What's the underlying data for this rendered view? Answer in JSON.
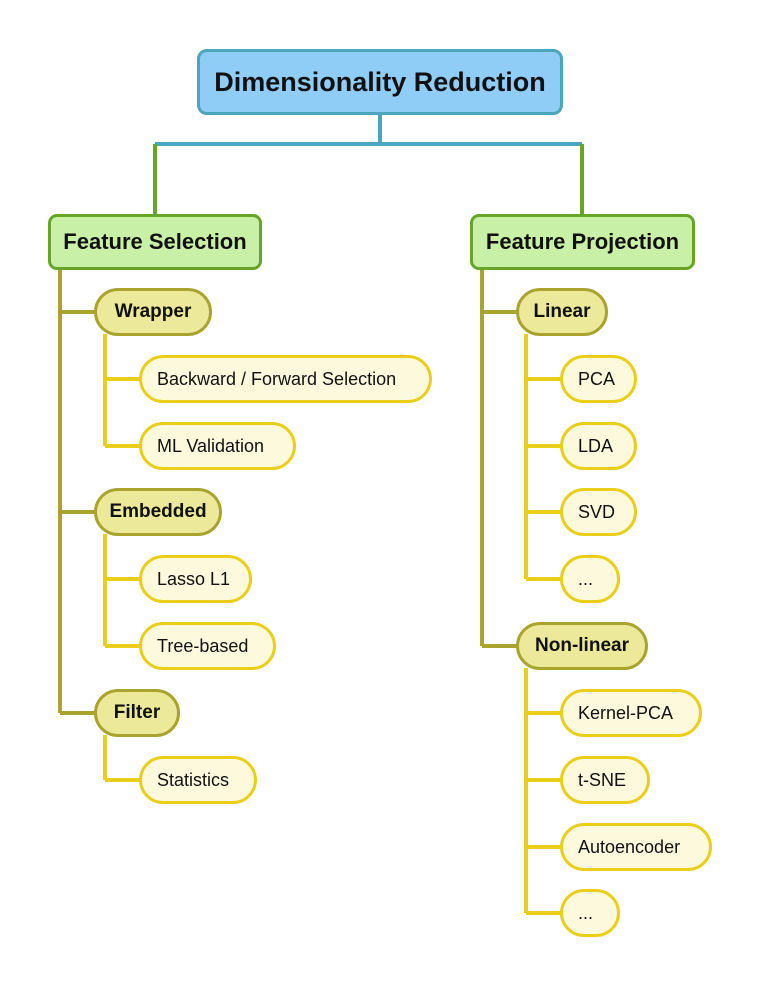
{
  "title": "Dimensionality Reduction",
  "branches": {
    "selection": {
      "label": "Feature Selection",
      "groups": {
        "wrapper": {
          "label": "Wrapper",
          "items": [
            "Backward / Forward Selection",
            "ML Validation"
          ]
        },
        "embedded": {
          "label": "Embedded",
          "items": [
            "Lasso L1",
            "Tree-based"
          ]
        },
        "filter": {
          "label": "Filter",
          "items": [
            "Statistics"
          ]
        }
      }
    },
    "projection": {
      "label": "Feature Projection",
      "groups": {
        "linear": {
          "label": "Linear",
          "items": [
            "PCA",
            "LDA",
            "SVD",
            "..."
          ]
        },
        "nonlinear": {
          "label": "Non-linear",
          "items": [
            "Kernel-PCA",
            "t-SNE",
            "Autoencoder",
            "..."
          ]
        }
      }
    }
  },
  "colors": {
    "root_fill": "#8fcdf7",
    "root_border": "#4aa5bd",
    "category_fill": "#c8f0a6",
    "category_border": "#66a52a",
    "group_fill": "#ece99a",
    "group_border": "#a9a42e",
    "leaf_fill": "#fdf9dc",
    "leaf_border": "#e9cf19"
  }
}
